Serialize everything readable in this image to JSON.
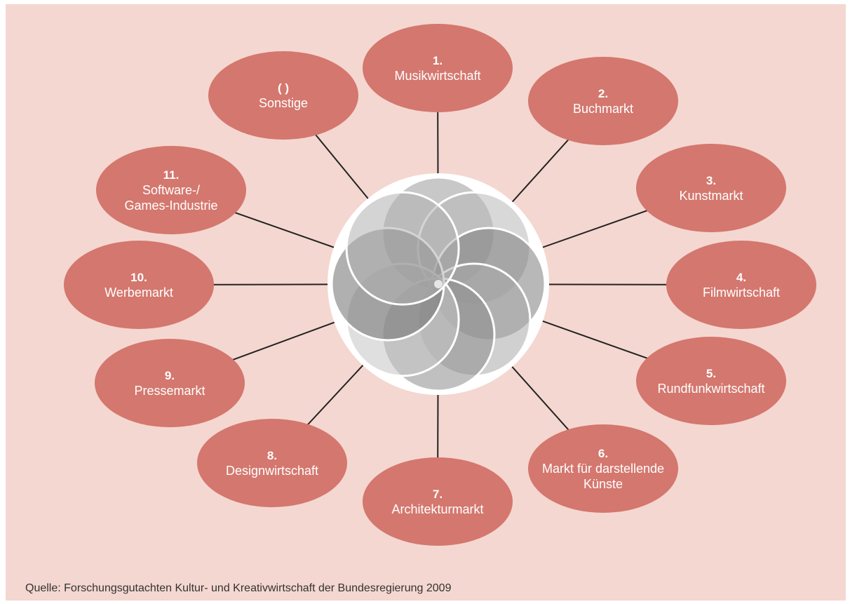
{
  "colors": {
    "background": "#f4d7d0",
    "node_fill": "#d4776e",
    "node_text": "#ffffff",
    "connector": "#222222"
  },
  "nodes": [
    {
      "number": "1.",
      "lines": [
        "Musikwirtschaft"
      ]
    },
    {
      "number": "2.",
      "lines": [
        "Buchmarkt"
      ]
    },
    {
      "number": "3.",
      "lines": [
        "Kunstmarkt"
      ]
    },
    {
      "number": "4.",
      "lines": [
        "Filmwirtschaft"
      ]
    },
    {
      "number": "5.",
      "lines": [
        "Rundfunkwirtschaft"
      ]
    },
    {
      "number": "6.",
      "lines": [
        "Markt für darstellende",
        "Künste"
      ]
    },
    {
      "number": "7.",
      "lines": [
        "Architekturmarkt"
      ]
    },
    {
      "number": "8.",
      "lines": [
        "Designwirtschaft"
      ]
    },
    {
      "number": "9.",
      "lines": [
        "Pressemarkt"
      ]
    },
    {
      "number": "10.",
      "lines": [
        "Werbemarkt"
      ]
    },
    {
      "number": "11.",
      "lines": [
        "Software-/",
        "Games-Industrie"
      ]
    },
    {
      "number": "( )",
      "lines": [
        "Sonstige"
      ]
    }
  ],
  "center_icon": "overlapping-circles-rosette-icon",
  "source": "Quelle: Forschungsgutachten Kultur- und Kreativwirtschaft der Bundesregierung 2009"
}
